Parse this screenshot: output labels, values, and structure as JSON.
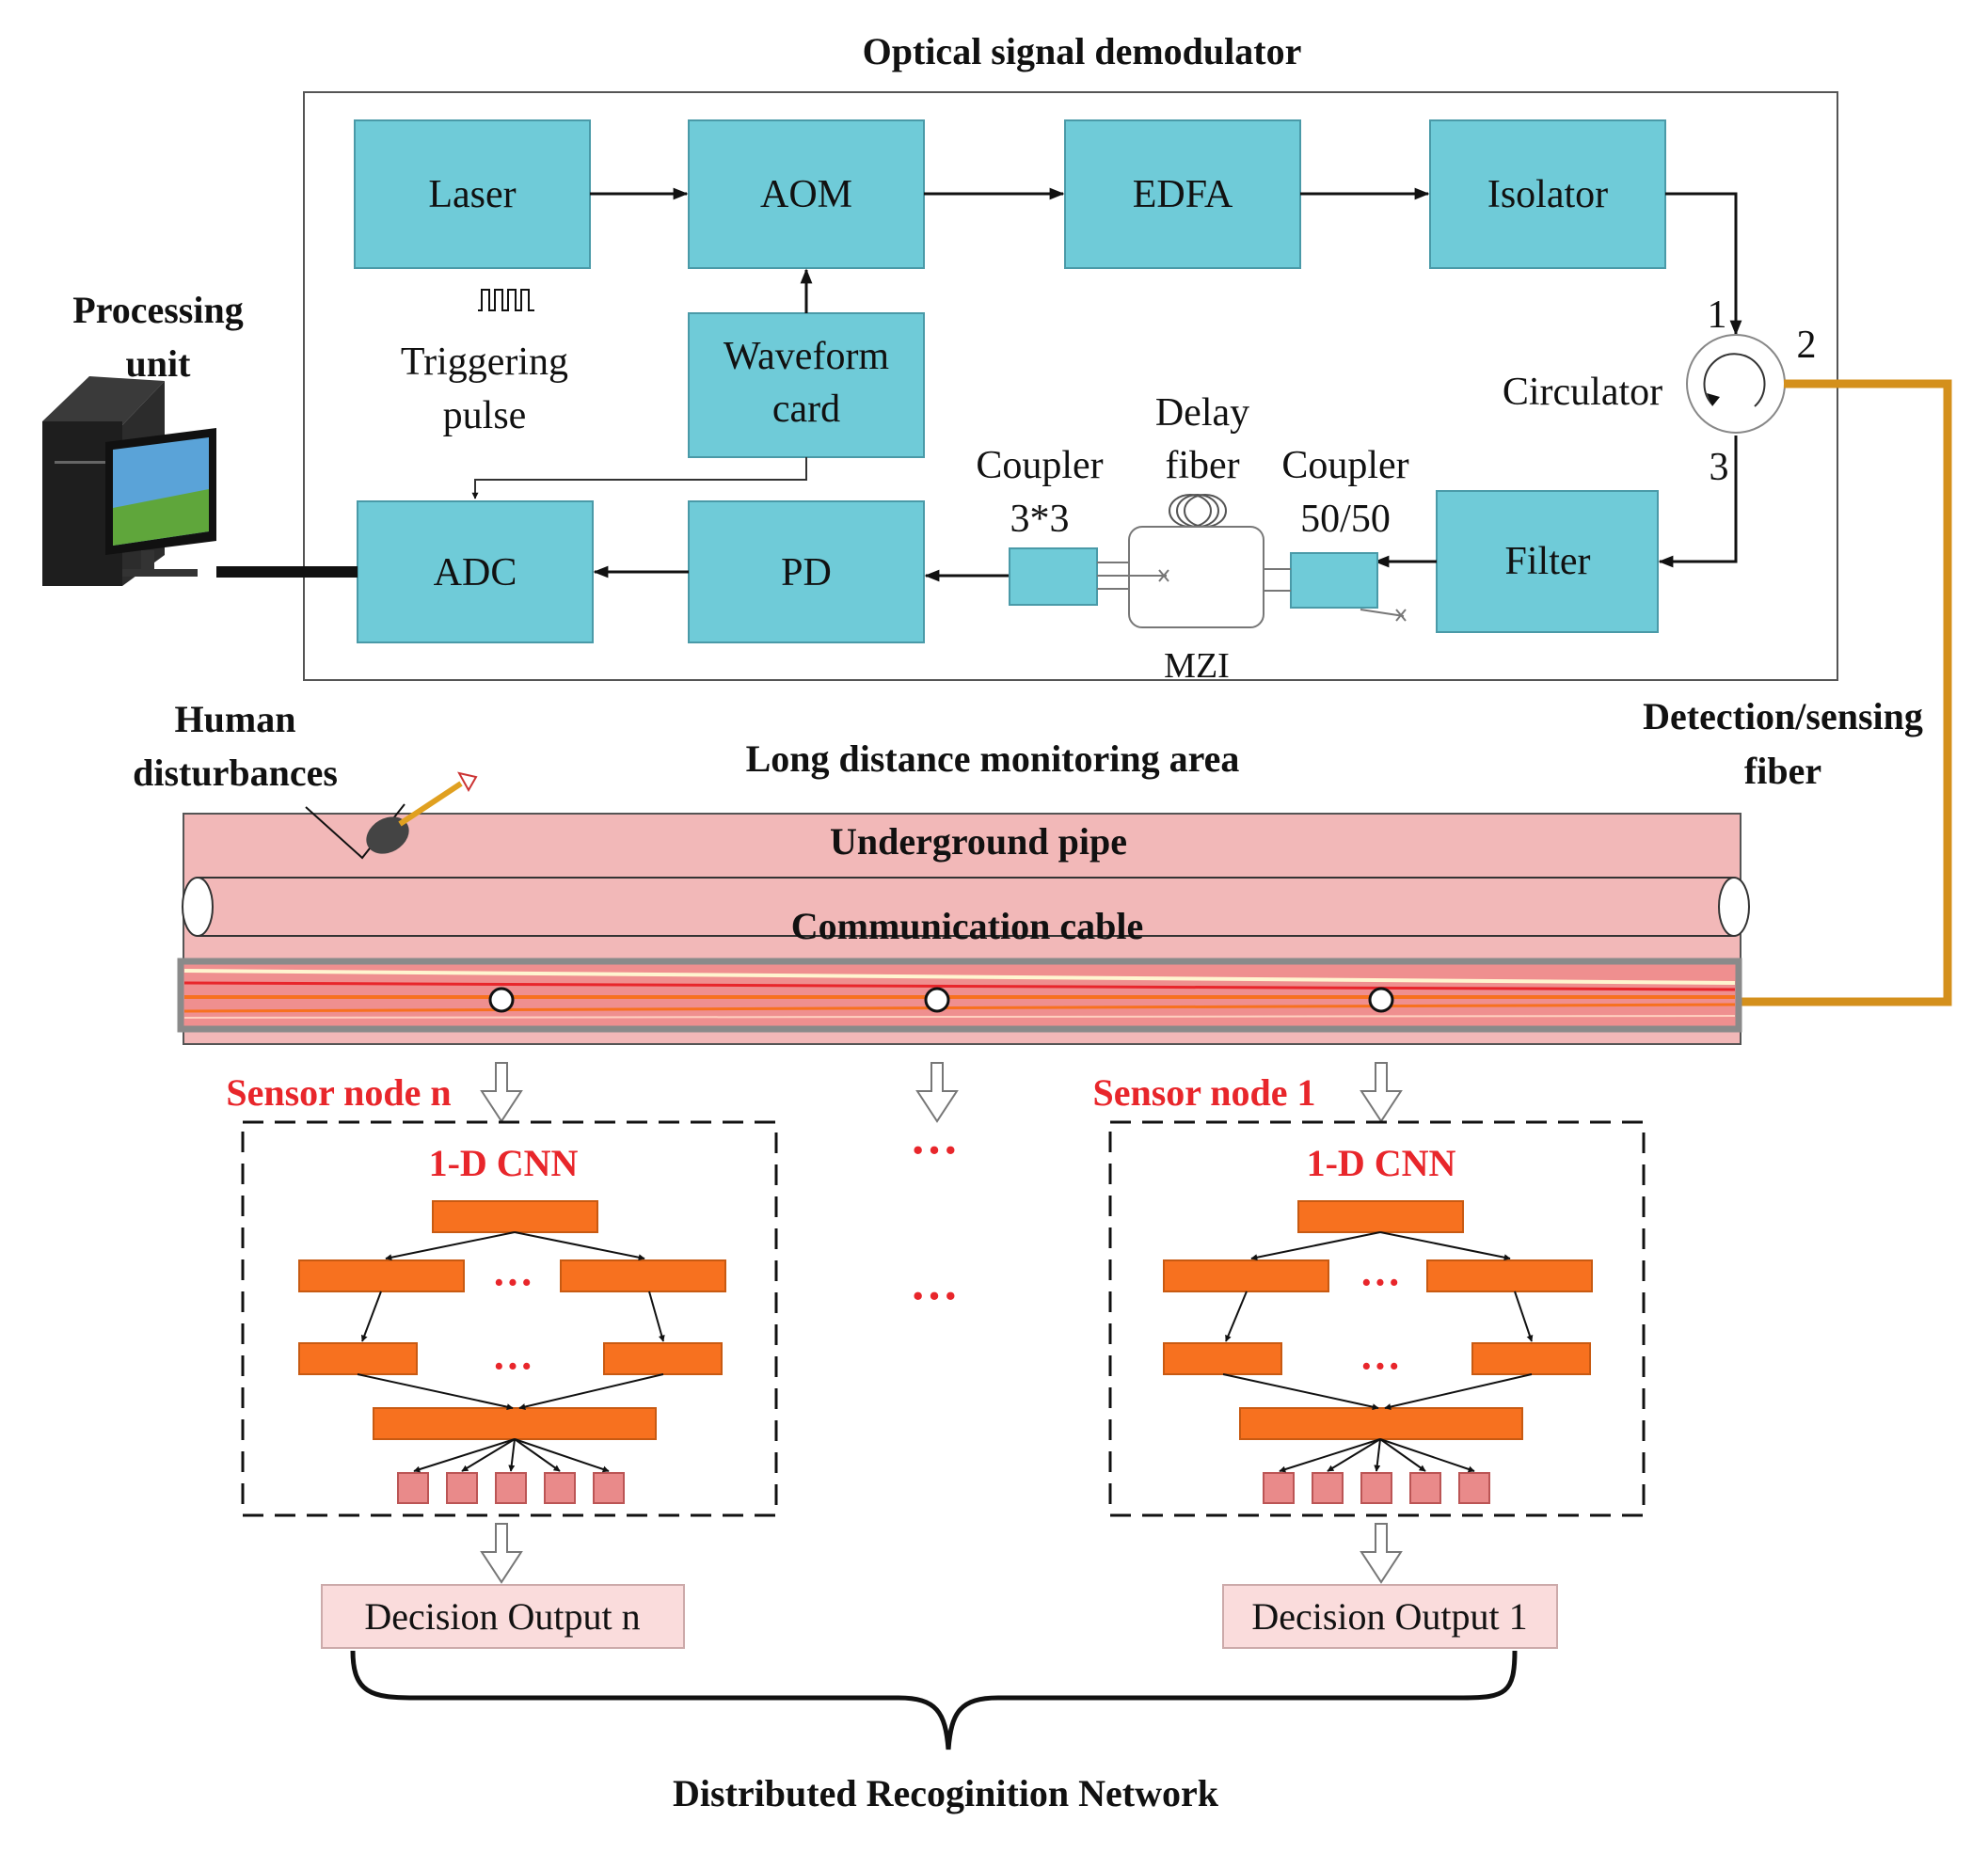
{
  "title": "Optical signal demodulator",
  "blocks": {
    "laser": "Laser",
    "aom": "AOM",
    "edfa": "EDFA",
    "isolator": "Isolator",
    "waveform_line1": "Waveform",
    "waveform_line2": "card",
    "adc": "ADC",
    "pd": "PD",
    "filter": "Filter"
  },
  "labels": {
    "triggering_line1": "Triggering",
    "triggering_line2": "pulse",
    "circulator": "Circulator",
    "port1": "1",
    "port2": "2",
    "port3": "3",
    "delay_line1": "Delay",
    "delay_line2": "fiber",
    "coupler33_line1": "Coupler",
    "coupler33_line2": "3*3",
    "coupler5050_line1": "Coupler",
    "coupler5050_line2": "50/50",
    "mzi": "MZI",
    "processing_line1": "Processing",
    "processing_line2": "unit",
    "human_line1": "Human",
    "human_line2": "disturbances",
    "monitoring_area": "Long distance monitoring area",
    "detection_line1": "Detection/sensing",
    "detection_line2": "fiber",
    "underground_pipe": "Underground pipe",
    "communication_cable": "Communication cable",
    "sensor_node_n": "Sensor node n",
    "sensor_node_1": "Sensor node 1",
    "cnn_n": "1-D CNN",
    "cnn_1": "1-D CNN",
    "decision_n": "Decision Output n",
    "decision_1": "Decision Output 1",
    "network": "Distributed Recoginition Network",
    "ellipsis": "···"
  },
  "colors": {
    "block_fill": "#6fcbd8",
    "pipe_fill": "#f2b8b8",
    "cnn_layer": "#f7711f",
    "sensing_fiber": "#d4901c",
    "red_text": "#e8262b"
  }
}
